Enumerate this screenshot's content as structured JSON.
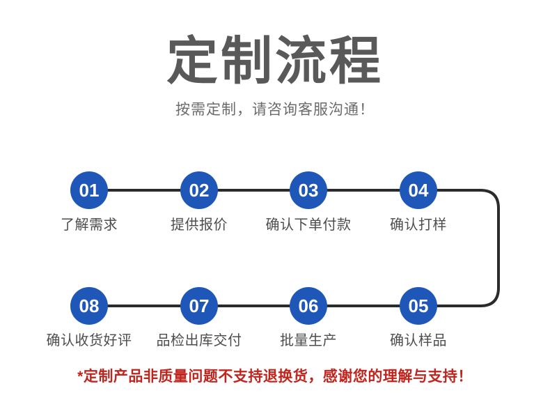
{
  "header": {
    "title": "定制流程",
    "subtitle": "按需定制，请咨询客服沟通！",
    "title_color": "#595959",
    "subtitle_color": "#6b6b6b"
  },
  "flow": {
    "circle_color": "#1f57b8",
    "connector_color": "#2b2b2b",
    "label_color": "#4d4d4d",
    "row1": [
      {
        "number": "01",
        "label": "了解需求"
      },
      {
        "number": "02",
        "label": "提供报价"
      },
      {
        "number": "03",
        "label": "确认下单付款"
      },
      {
        "number": "04",
        "label": "确认打样"
      }
    ],
    "row2": [
      {
        "number": "08",
        "label": "确认收货好评"
      },
      {
        "number": "07",
        "label": "品检出库交付"
      },
      {
        "number": "06",
        "label": "批量生产"
      },
      {
        "number": "05",
        "label": "确认样品"
      }
    ]
  },
  "footer": {
    "note": "*定制产品非质量问题不支持退换货，感谢您的理解与支持！",
    "note_color": "#c0241d"
  }
}
